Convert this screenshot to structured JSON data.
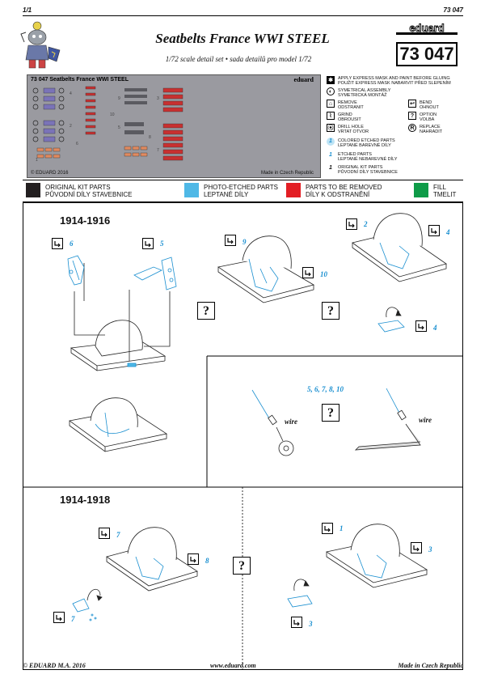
{
  "header": {
    "page": "1/1",
    "kit_number_top": "73 047",
    "title": "Seatbelts France WWI STEEL",
    "subtitle": "1/72 scale detail set • sada detailů pro model 1/72",
    "brand": "eduard",
    "kit_number": "73 047"
  },
  "fret": {
    "label": "73 047  Seatbelts France WWI STEEL",
    "brand": "eduard",
    "copyright": "© EDUARD 2016",
    "made_in": "Made in Czech Republic"
  },
  "legend": {
    "items": [
      {
        "icon": "express-mask-icon",
        "text": "APPLY EXPRESS MASK AND PAINT BEFORE GLUING\nPOUŽIT EXPRESS MASK NABARVIT PŘED SLEPENÍM"
      },
      {
        "icon": "symmetrical-icon",
        "text": "SYMETRICAL ASSEMBLY\nSYMETRICKÁ MONTÁŽ"
      },
      {
        "icon": "remove-icon",
        "text": "REMOVE\nODSTRANIT"
      },
      {
        "icon": "bend-icon",
        "text": "BEND\nOHNOUT"
      },
      {
        "icon": "grind-icon",
        "text": "GRIND\nOBROUSIT"
      },
      {
        "icon": "option-icon",
        "text": "OPTION\nVOLBA"
      },
      {
        "icon": "drill-icon",
        "text": "DRILL HOLE\nVRTAT OTVOR"
      },
      {
        "icon": "replace-icon",
        "text": "REPLACE\nNAHRADIT"
      },
      {
        "icon": "colored-parts-icon",
        "text": "COLORED ETCHED PARTS\nLEPTANÉ BAREVNÉ DÍLY"
      },
      {
        "icon": "etched-parts-icon",
        "text": "ETCHED PARTS\nLEPTANÉ NEBAREVNÉ DÍLY"
      },
      {
        "icon": "kit-parts-icon",
        "text": "ORIGINAL KIT PARTS\nPŮVODNÍ DÍLY STAVEBNICE"
      }
    ],
    "option_mark": "?",
    "one": "1"
  },
  "colorbar": [
    {
      "color": "#231f20",
      "text": "ORIGINAL KIT PARTS\nPŮVODNÍ DÍLY STAVEBNICE"
    },
    {
      "color": "#4fb8e6",
      "text": "PHOTO-ETCHED PARTS\nLEPTANÉ DÍLY"
    },
    {
      "color": "#e31e24",
      "text": "PARTS TO BE REMOVED\nDÍLY K ODSTRANĚNÍ"
    },
    {
      "color": "#0e9b48",
      "text": "FILL\nTMELIT"
    }
  ],
  "sections": {
    "a_title": "1914-1916",
    "b_title": "1914-1918",
    "wire_parts": "5, 6, 7, 8, 10",
    "wire_label": "wire",
    "q": "?"
  },
  "steps": {
    "n6": "6",
    "n5": "5",
    "n9": "9",
    "n10": "10",
    "n2": "2",
    "n4a": "4",
    "n4b": "4",
    "n7a": "7",
    "n8": "8",
    "n7b": "7",
    "n1": "1",
    "n3a": "3",
    "n3b": "3"
  },
  "footer": {
    "left": "© EDUARD  M.A. 2016",
    "center": "www.eduard.com",
    "right": "Made in Czech Republic"
  },
  "colors": {
    "accent": "#1a8fd0",
    "fret": "#9a9aa0",
    "part_blue": "#4fb8e6"
  }
}
